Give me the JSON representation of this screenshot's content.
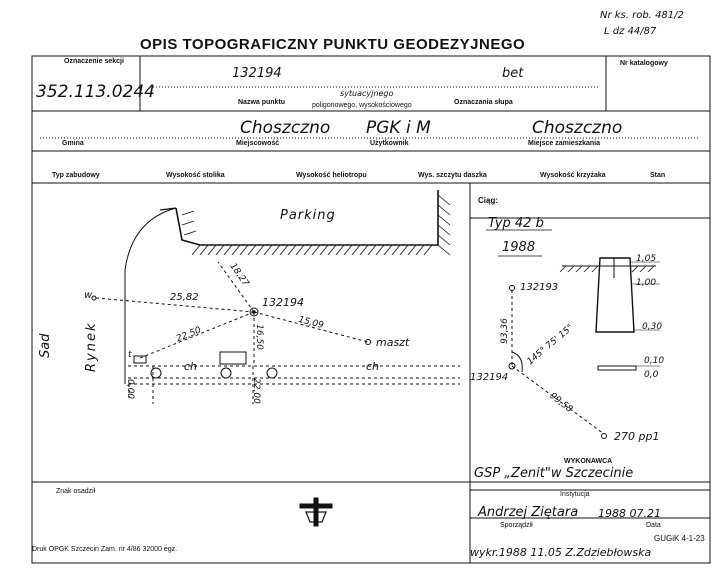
{
  "header": {
    "title": "OPIS TOPOGRAFICZNY PUNKTU GEODEZYJNEGO",
    "ref_line1": "Nr ks. rob. 481/2",
    "ref_line2": "L dz 44/87",
    "sekcja_label": "Oznaczenie sekcji",
    "sekcja_value": "352.113.0244",
    "katalog_label": "Nr katalogowy"
  },
  "row1": {
    "point_name_value": "132194",
    "slup_value": "bet",
    "point_name_label": "Nazwa punktu",
    "typ_hand": "sytuacyjnego",
    "typ_print": "poligonowego, wysokościowego",
    "slup_label": "Oznaczania słupa"
  },
  "row2": {
    "gmina_value": "Choszczno",
    "uzytkownik_value": "PGK i M",
    "miejsce_value": "Choszczno",
    "gmina_label": "Gmina",
    "miejscowosc_label": "Miejscowość",
    "uzytkownik_label": "Użytkownik",
    "miejsce_label": "Miejsce zamieszkania"
  },
  "row3": {
    "typ_zabudowy": "Typ zabudowy",
    "wys_stolika": "Wysokość stolika",
    "wys_heliotropu": "Wysokość heliotropu",
    "wys_szczytu": "Wys. szczytu daszka",
    "wys_krzyzaka": "Wysokość krzyżaka",
    "stan": "Stan"
  },
  "sketch": {
    "parking": "Parking",
    "sad": "Sad",
    "rynek": "Rynek",
    "point": "132194",
    "maszt": "maszt",
    "w": "w",
    "d1": "25,82",
    "d2": "18,27",
    "d3": "15,09",
    "d4": "22,50",
    "d5": "16,50",
    "d6": "22,00",
    "d7": "0,00",
    "ch1": "ch",
    "ch2": "ch",
    "t": "t"
  },
  "right": {
    "ciag": "Ciąg:",
    "typ": "Typ 42 b",
    "year": "1988",
    "h1": "1,05",
    "h2": "1,00",
    "h3": "0,30",
    "h4": "0,10",
    "h5": "0,0",
    "p1": "132193",
    "p2": "132194",
    "p3": "270 pp1",
    "dist1": "93,36",
    "dist2": "99,58",
    "angle": "145° 75' 15\""
  },
  "footer": {
    "wykonawca_label": "WYKONAWCA",
    "wykonawca_value": "GSP „Zenit\"w Szczecinie",
    "instytucja_label": "Instytucja",
    "sporzadzil_value": "Andrzej Ziętara",
    "data_value": "1988 07.21",
    "sporzadzil_label": "Sporządził",
    "data_label": "Data",
    "znak_label": "Znak osadził",
    "print_info": "Druk OPGK Szczecin Zam. nr 4/86   32000 egz.",
    "wykr": "wykr.1988 11.05  Z.Zdziebłowska",
    "gugik": "GUGiK 4-1-23"
  }
}
